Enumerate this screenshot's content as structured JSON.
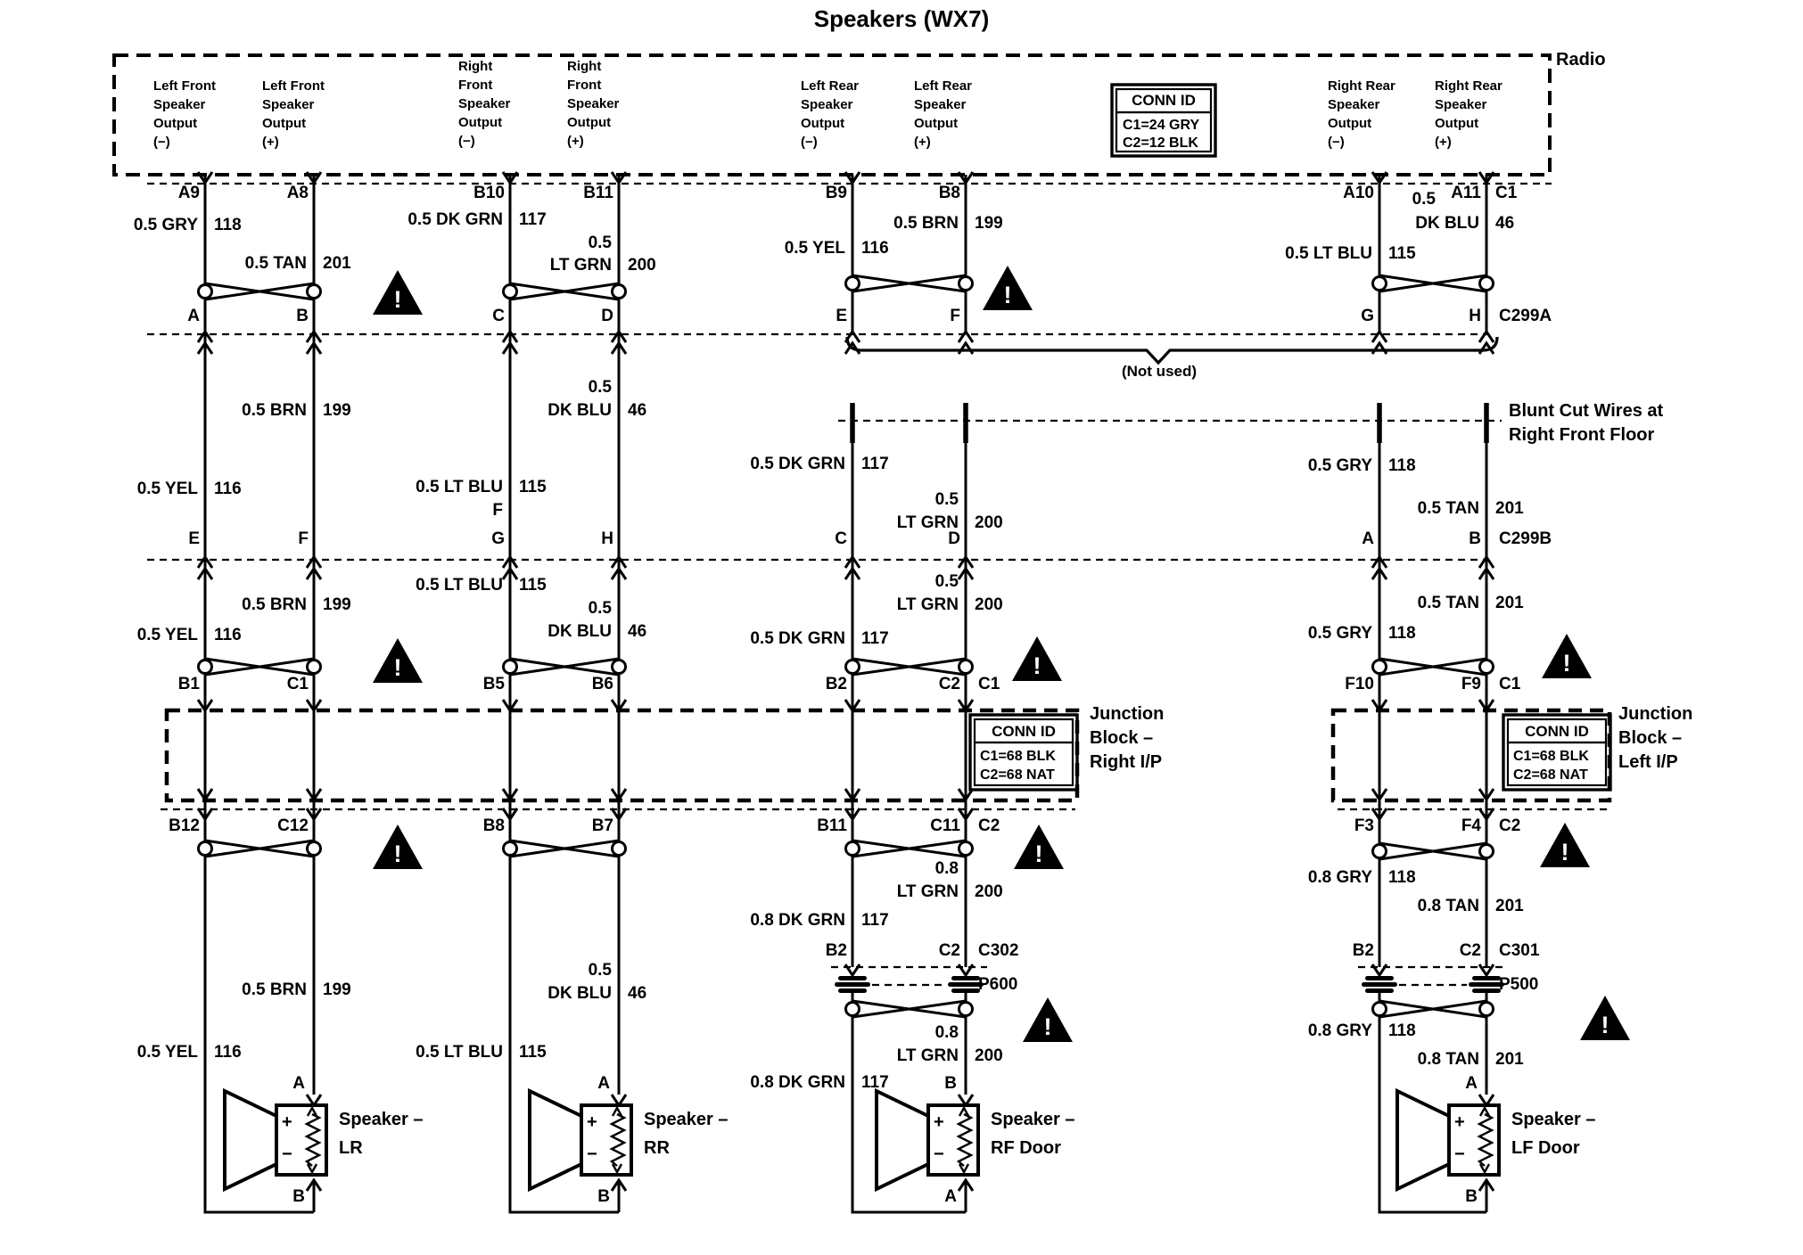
{
  "title": "Speakers (WX7)",
  "icons": {
    "warning": "!"
  },
  "radio": {
    "label": "Radio",
    "conn_id": {
      "title": "CONN ID",
      "line1": "C1=24 GRY",
      "line2": "C2=12 BLK"
    },
    "outputs": [
      "Left Front\nSpeaker\nOutput\n(−)",
      "Left Front\nSpeaker\nOutput\n(+)",
      "Right\nFront\nSpeaker\nOutput\n(−)",
      "Right\nFront\nSpeaker\nOutput\n(+)",
      "Left Rear\nSpeaker\nOutput\n(−)",
      "Left Rear\nSpeaker\nOutput\n(+)",
      "Right Rear\nSpeaker\nOutput\n(−)",
      "Right Rear\nSpeaker\nOutput\n(+)"
    ]
  },
  "row1": {
    "pin_ids": [
      "A9",
      "A8",
      "B10",
      "B11",
      "B9",
      "B8",
      "A10",
      "A11"
    ],
    "a11_size": "0.5",
    "radio_conn": "C1",
    "wires": [
      {
        "color": "0.5 GRY",
        "circuit": "118"
      },
      {
        "color": "0.5 TAN",
        "circuit": "201"
      },
      {
        "color": "0.5 DK GRN",
        "circuit": "117"
      },
      {
        "size": "0.5",
        "color": "LT GRN",
        "circuit": "200"
      },
      {
        "color": "0.5 YEL",
        "circuit": "116"
      },
      {
        "color": "0.5 BRN",
        "circuit": "199"
      },
      {
        "color": "0.5 LT BLU",
        "circuit": "115"
      },
      {
        "color": "DK BLU",
        "circuit": "46"
      }
    ],
    "pins": [
      "A",
      "B",
      "C",
      "D",
      "E",
      "F",
      "G",
      "H"
    ],
    "connector": "C299A",
    "not_used": "(Not used)"
  },
  "row2": {
    "blunt_cut": "Blunt Cut Wires at\nRight Front Floor",
    "wires": [
      {
        "color": "0.5 YEL",
        "circuit": "116"
      },
      {
        "color": "0.5 BRN",
        "circuit": "199"
      },
      {
        "color": "0.5 LT BLU",
        "circuit": "115",
        "extra": "F"
      },
      {
        "size": "0.5",
        "color": "DK BLU",
        "circuit": "46"
      },
      {
        "color": "0.5 DK GRN",
        "circuit": "117"
      },
      {
        "size": "0.5",
        "color": "LT GRN",
        "circuit": "200"
      },
      {
        "color": "0.5 GRY",
        "circuit": "118"
      },
      {
        "color": "0.5 TAN",
        "circuit": "201"
      }
    ],
    "pins": [
      "E",
      "F",
      "G",
      "H",
      "C",
      "D",
      "A",
      "B"
    ],
    "connector": "C299B"
  },
  "row3": {
    "wires": [
      {
        "color": "0.5 YEL",
        "circuit": "116"
      },
      {
        "color": "0.5 BRN",
        "circuit": "199"
      },
      {
        "color": "0.5 LT BLU",
        "circuit": "115"
      },
      {
        "size": "0.5",
        "color": "DK BLU",
        "circuit": "46"
      },
      {
        "color": "0.5 DK GRN",
        "circuit": "117"
      },
      {
        "size": "0.5",
        "color": "LT GRN",
        "circuit": "200"
      },
      {
        "color": "0.5 GRY",
        "circuit": "118"
      },
      {
        "color": "0.5 TAN",
        "circuit": "201"
      }
    ],
    "pins": [
      "B1",
      "C1",
      "B5",
      "B6",
      "B2",
      "C2",
      "F10",
      "F9"
    ],
    "conn_mid": "C1",
    "conn_right": "C1"
  },
  "junction_right": {
    "label": "Junction\nBlock –\nRight I/P",
    "conn_id": {
      "title": "CONN ID",
      "line1": "C1=68 BLK",
      "line2": "C2=68 NAT"
    }
  },
  "junction_left": {
    "label": "Junction\nBlock –\nLeft I/P",
    "conn_id": {
      "title": "CONN ID",
      "line1": "C1=68 BLK",
      "line2": "C2=68 NAT"
    }
  },
  "row4": {
    "pins": [
      "B12",
      "C12",
      "B8",
      "B7",
      "B11",
      "C11",
      "F3",
      "F4"
    ],
    "conn_mid": "C2",
    "conn_right": "C2",
    "upper": [
      {
        "color": "0.5 BRN",
        "circuit": "199"
      },
      {
        "color": "0.5 YEL",
        "circuit": "116"
      },
      {
        "size": "0.5",
        "color": "DK BLU",
        "circuit": "46"
      },
      {
        "color": "0.5 LT BLU",
        "circuit": "115"
      },
      {
        "size": "0.8",
        "color": "LT GRN",
        "circuit": "200"
      },
      {
        "color": "0.8 DK GRN",
        "circuit": "117"
      },
      {
        "color": "0.8 GRY",
        "circuit": "118"
      },
      {
        "color": "0.8 TAN",
        "circuit": "201"
      }
    ],
    "pass_right": {
      "pin_a": "B2",
      "pin_b": "C2",
      "connector": "C302",
      "grommet": "P600"
    },
    "pass_left": {
      "pin_a": "B2",
      "pin_b": "C2",
      "connector": "C301",
      "grommet": "P500"
    },
    "lower": [
      {
        "size": "0.8",
        "color": "LT GRN",
        "circuit": "200"
      },
      {
        "color": "0.8 DK GRN",
        "circuit": "117"
      },
      {
        "color": "0.8 GRY",
        "circuit": "118"
      },
      {
        "color": "0.8 TAN",
        "circuit": "201"
      }
    ]
  },
  "speakers": [
    {
      "top_pin": "A",
      "bottom_pin": "B",
      "plus": "+",
      "minus": "−",
      "label": "Speaker –\nLR"
    },
    {
      "top_pin": "A",
      "bottom_pin": "B",
      "plus": "+",
      "minus": "−",
      "label": "Speaker –\nRR"
    },
    {
      "top_pin": "B",
      "bottom_pin": "A",
      "plus": "+",
      "minus": "−",
      "label": "Speaker –\nRF Door"
    },
    {
      "top_pin": "A",
      "bottom_pin": "B",
      "plus": "+",
      "minus": "−",
      "label": "Speaker –\nLF Door"
    }
  ]
}
